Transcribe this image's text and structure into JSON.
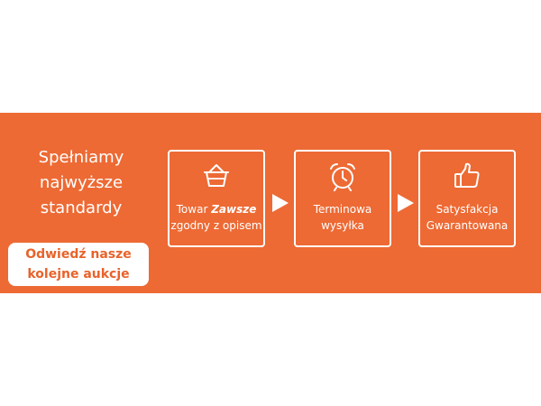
{
  "banner": {
    "headline_line1": "Spełniamy najwyższe",
    "headline_line2": "standardy",
    "visit_line1": "Odwiedź nasze",
    "visit_line2": "kolejne aukcje",
    "background_color": "#ed6a34",
    "accent_text_color": "#e8632b"
  },
  "features": [
    {
      "icon": "basket-icon",
      "line1_plain": "Towar ",
      "line1_emph": "Zawsze",
      "line2": "zgodny z opisem"
    },
    {
      "icon": "alarm-clock-icon",
      "line1": "Terminowa",
      "line2": "wysyłka"
    },
    {
      "icon": "thumbs-up-icon",
      "line1": "Satysfakcja",
      "line2": "Gwarantowana"
    }
  ]
}
